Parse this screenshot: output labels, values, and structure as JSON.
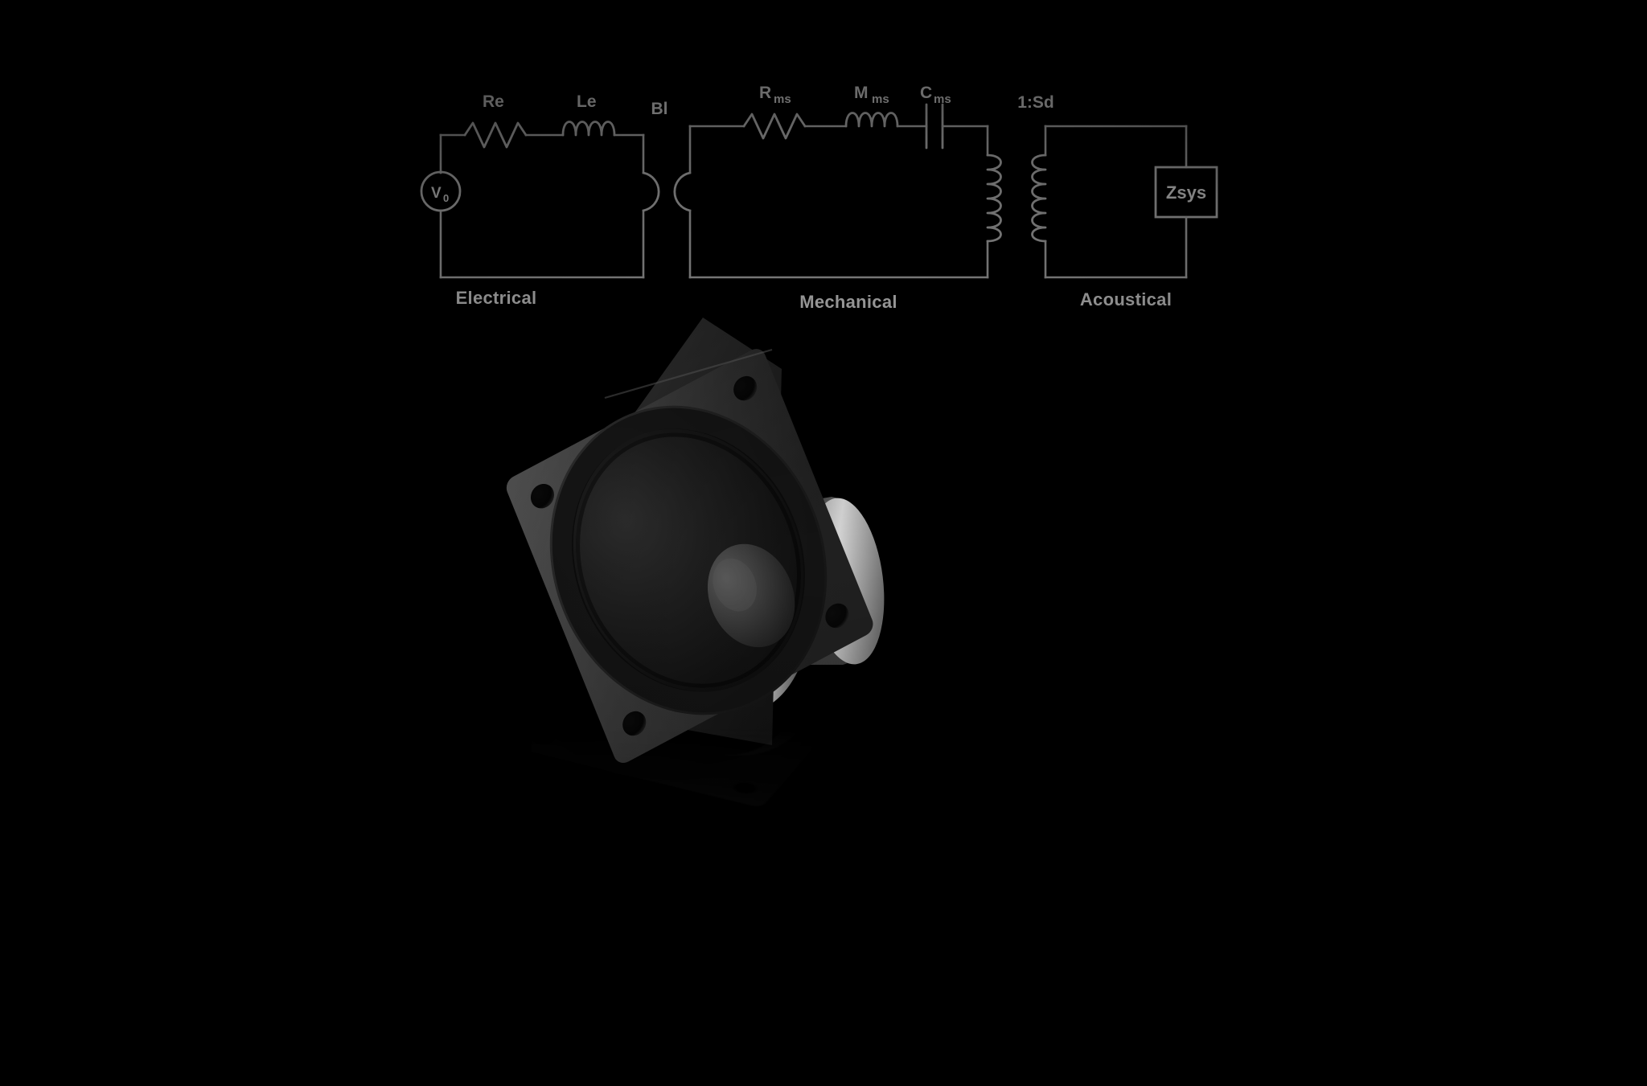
{
  "scene": {
    "background_color": "#000000",
    "subject": "loudspeaker-driver",
    "line_color": "#9a9a9a",
    "label_color": "#c3c3c3"
  },
  "circuit": {
    "title_visible": false,
    "sections": [
      {
        "id": "electrical",
        "label": "Electrical"
      },
      {
        "id": "mechanical",
        "label": "Mechanical"
      },
      {
        "id": "acoustical",
        "label": "Acoustical"
      }
    ],
    "components": {
      "source": {
        "symbol": "V",
        "subscript": "0",
        "type": "voltage-source"
      },
      "re": {
        "symbol": "Re",
        "base": "Re",
        "subscript": "",
        "type": "resistor"
      },
      "le": {
        "symbol": "Le",
        "base": "Le",
        "subscript": "",
        "type": "inductor"
      },
      "bl": {
        "symbol": "Bl",
        "base": "Bl",
        "subscript": "",
        "type": "gyrator"
      },
      "rms": {
        "symbol": "Rms",
        "base": "R",
        "subscript": "ms",
        "type": "resistor"
      },
      "mms": {
        "symbol": "Mms",
        "base": "M",
        "subscript": "ms",
        "type": "inductor"
      },
      "cms": {
        "symbol": "Cms",
        "base": "C",
        "subscript": "ms",
        "type": "capacitor"
      },
      "transformer": {
        "symbol": "1:Sd",
        "type": "transformer",
        "ratio": "1:Sd"
      },
      "zsys": {
        "symbol": "Zsys",
        "type": "impedance-block"
      }
    }
  },
  "speaker": {
    "name": "loudspeaker-driver",
    "parts": [
      "square-frame",
      "mounting-hole-top-left",
      "mounting-hole-top-right",
      "mounting-hole-bottom-left",
      "mounting-hole-bottom-right",
      "rubber-surround",
      "cone",
      "dust-cap",
      "basket-spokes",
      "magnet"
    ],
    "colors": {
      "frame": "#232323",
      "cone": "#1a1a1a",
      "surround": "#2b2b2b",
      "dust_cap": "#3a3a3a",
      "basket": "#cfcfcf",
      "magnet": "#e8e8e8"
    }
  }
}
